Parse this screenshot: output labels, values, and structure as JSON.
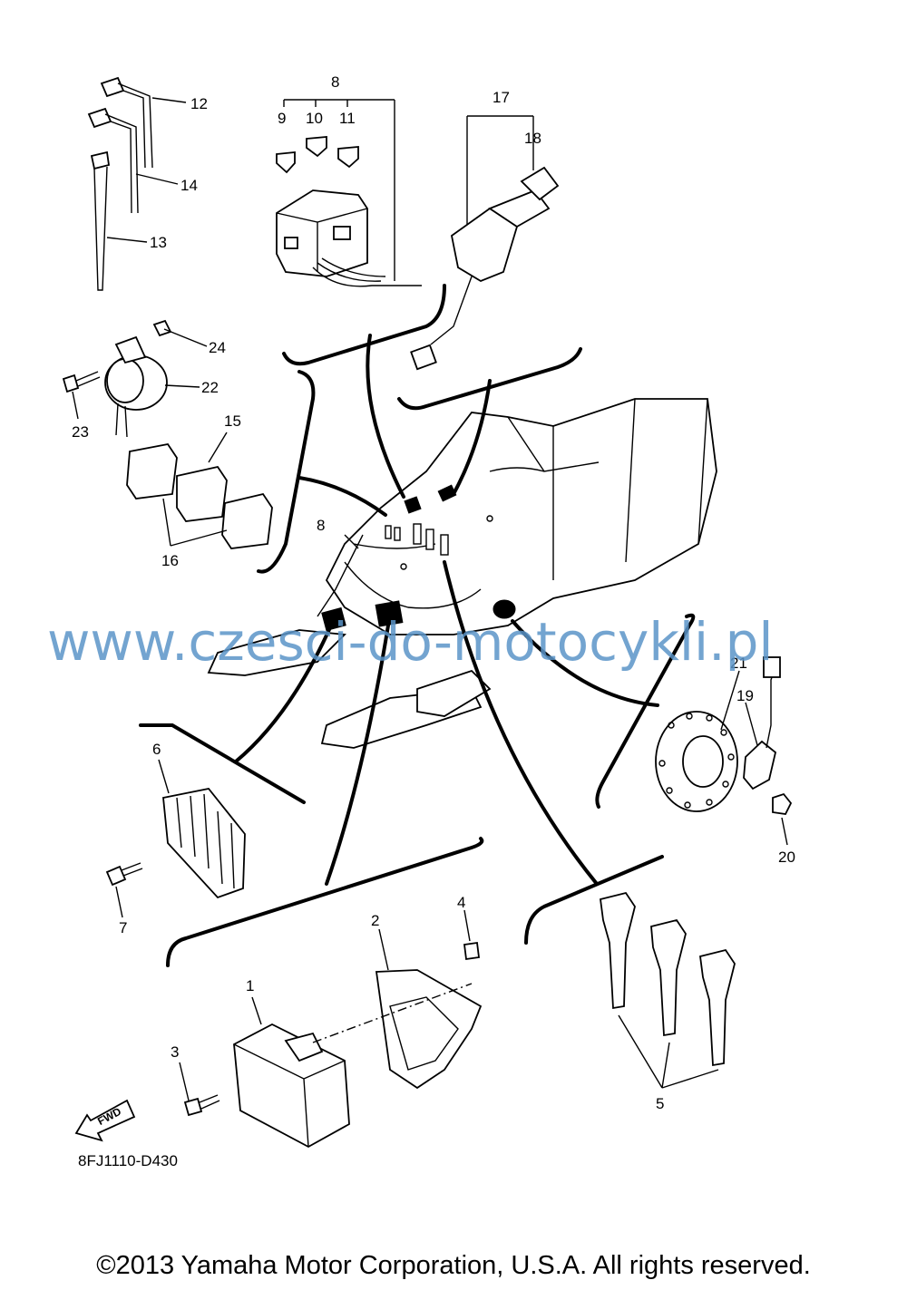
{
  "callouts": [
    "1",
    "2",
    "3",
    "4",
    "5",
    "6",
    "7",
    "8",
    "9",
    "10",
    "11",
    "12",
    "13",
    "14",
    "15",
    "16",
    "17",
    "18",
    "19",
    "20",
    "21",
    "22",
    "23",
    "24"
  ],
  "callout_8_second": "8",
  "fwd_badge": "FWD",
  "diagram_code": "8FJ1110-D430",
  "watermark": "www.czesci-do-motocykli.pl",
  "copyright": "©2013 Yamaha Motor Corporation, U.S.A. All rights reserved.",
  "watermark_color": "#5b95c8"
}
